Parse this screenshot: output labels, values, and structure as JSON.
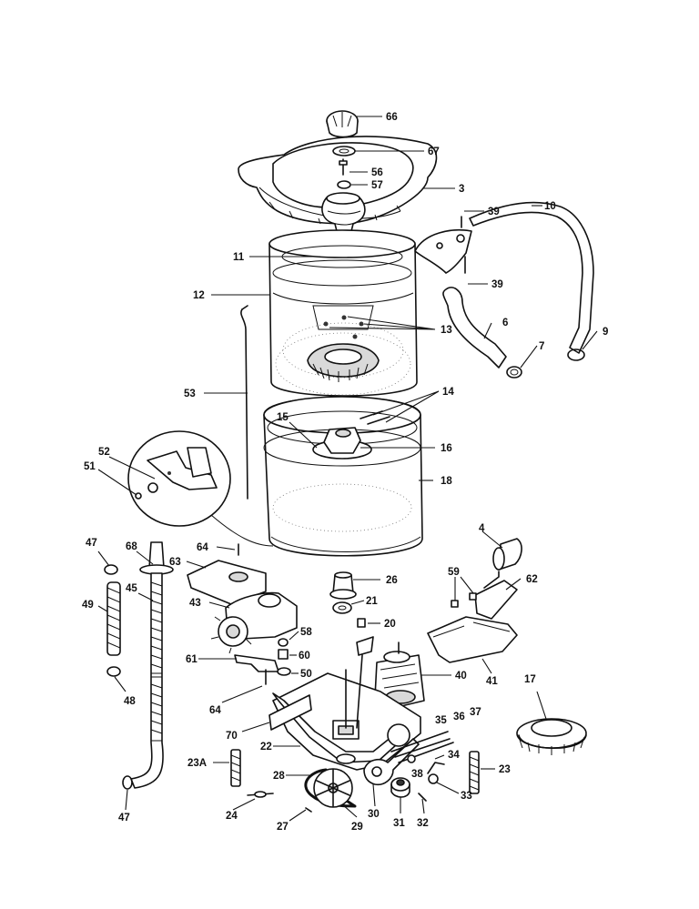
{
  "callouts": {
    "c66": "66",
    "c67": "67",
    "c56": "56",
    "c57": "57",
    "c3": "3",
    "c39a": "39",
    "c10": "10",
    "c11": "11",
    "c39b": "39",
    "c12": "12",
    "c6": "6",
    "c13": "13",
    "c7": "7",
    "c9": "9",
    "c53": "53",
    "c14": "14",
    "c15": "15",
    "c16": "16",
    "c52": "52",
    "c51": "51",
    "c18": "18",
    "c4": "4",
    "c47a": "47",
    "c68": "68",
    "c64a": "64",
    "c63": "63",
    "c26": "26",
    "c59": "59",
    "c62": "62",
    "c45": "45",
    "c49": "49",
    "c43": "43",
    "c21": "21",
    "c20": "20",
    "c58": "58",
    "c60": "60",
    "c61": "61",
    "c50": "50",
    "c40": "40",
    "c41": "41",
    "c17": "17",
    "c48": "48",
    "c64b": "64",
    "c37": "37",
    "c35": "35",
    "c36": "36",
    "c70": "70",
    "c22": "22",
    "c34": "34",
    "c23A": "23A",
    "c38": "38",
    "c28": "28",
    "c23": "23",
    "c33": "33",
    "c47b": "47",
    "c24": "24",
    "c27": "27",
    "c29": "29",
    "c30": "30",
    "c31": "31",
    "c32": "32"
  }
}
